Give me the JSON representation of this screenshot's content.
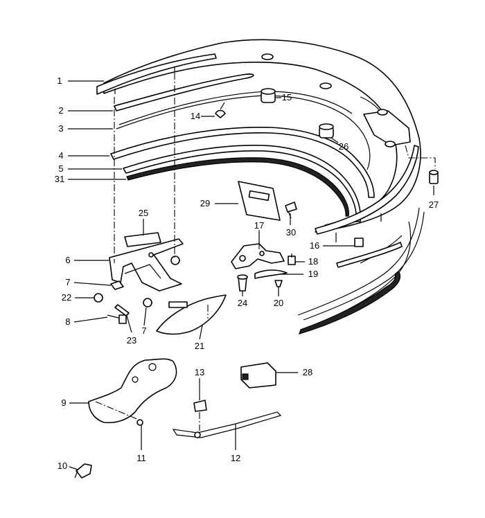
{
  "diagram": {
    "callouts": [
      {
        "id": "c1",
        "label": "1"
      },
      {
        "id": "c2",
        "label": "2"
      },
      {
        "id": "c3",
        "label": "3"
      },
      {
        "id": "c4",
        "label": "4"
      },
      {
        "id": "c5",
        "label": "5"
      },
      {
        "id": "c31",
        "label": "31"
      },
      {
        "id": "c14",
        "label": "14"
      },
      {
        "id": "c15",
        "label": "15"
      },
      {
        "id": "c26",
        "label": "26"
      },
      {
        "id": "c27",
        "label": "27"
      },
      {
        "id": "c29",
        "label": "29"
      },
      {
        "id": "c30",
        "label": "30"
      },
      {
        "id": "c17",
        "label": "17"
      },
      {
        "id": "c16",
        "label": "16"
      },
      {
        "id": "c18",
        "label": "18"
      },
      {
        "id": "c19",
        "label": "19"
      },
      {
        "id": "c20",
        "label": "20"
      },
      {
        "id": "c24",
        "label": "24"
      },
      {
        "id": "c25",
        "label": "25"
      },
      {
        "id": "c6",
        "label": "6"
      },
      {
        "id": "c7a",
        "label": "7"
      },
      {
        "id": "c7b",
        "label": "7"
      },
      {
        "id": "c22",
        "label": "22"
      },
      {
        "id": "c8",
        "label": "8"
      },
      {
        "id": "c23",
        "label": "23"
      },
      {
        "id": "c21",
        "label": "21"
      },
      {
        "id": "c28",
        "label": "28"
      },
      {
        "id": "c13",
        "label": "13"
      },
      {
        "id": "c9",
        "label": "9"
      },
      {
        "id": "c11",
        "label": "11"
      },
      {
        "id": "c12",
        "label": "12"
      },
      {
        "id": "c10",
        "label": "10"
      }
    ]
  }
}
